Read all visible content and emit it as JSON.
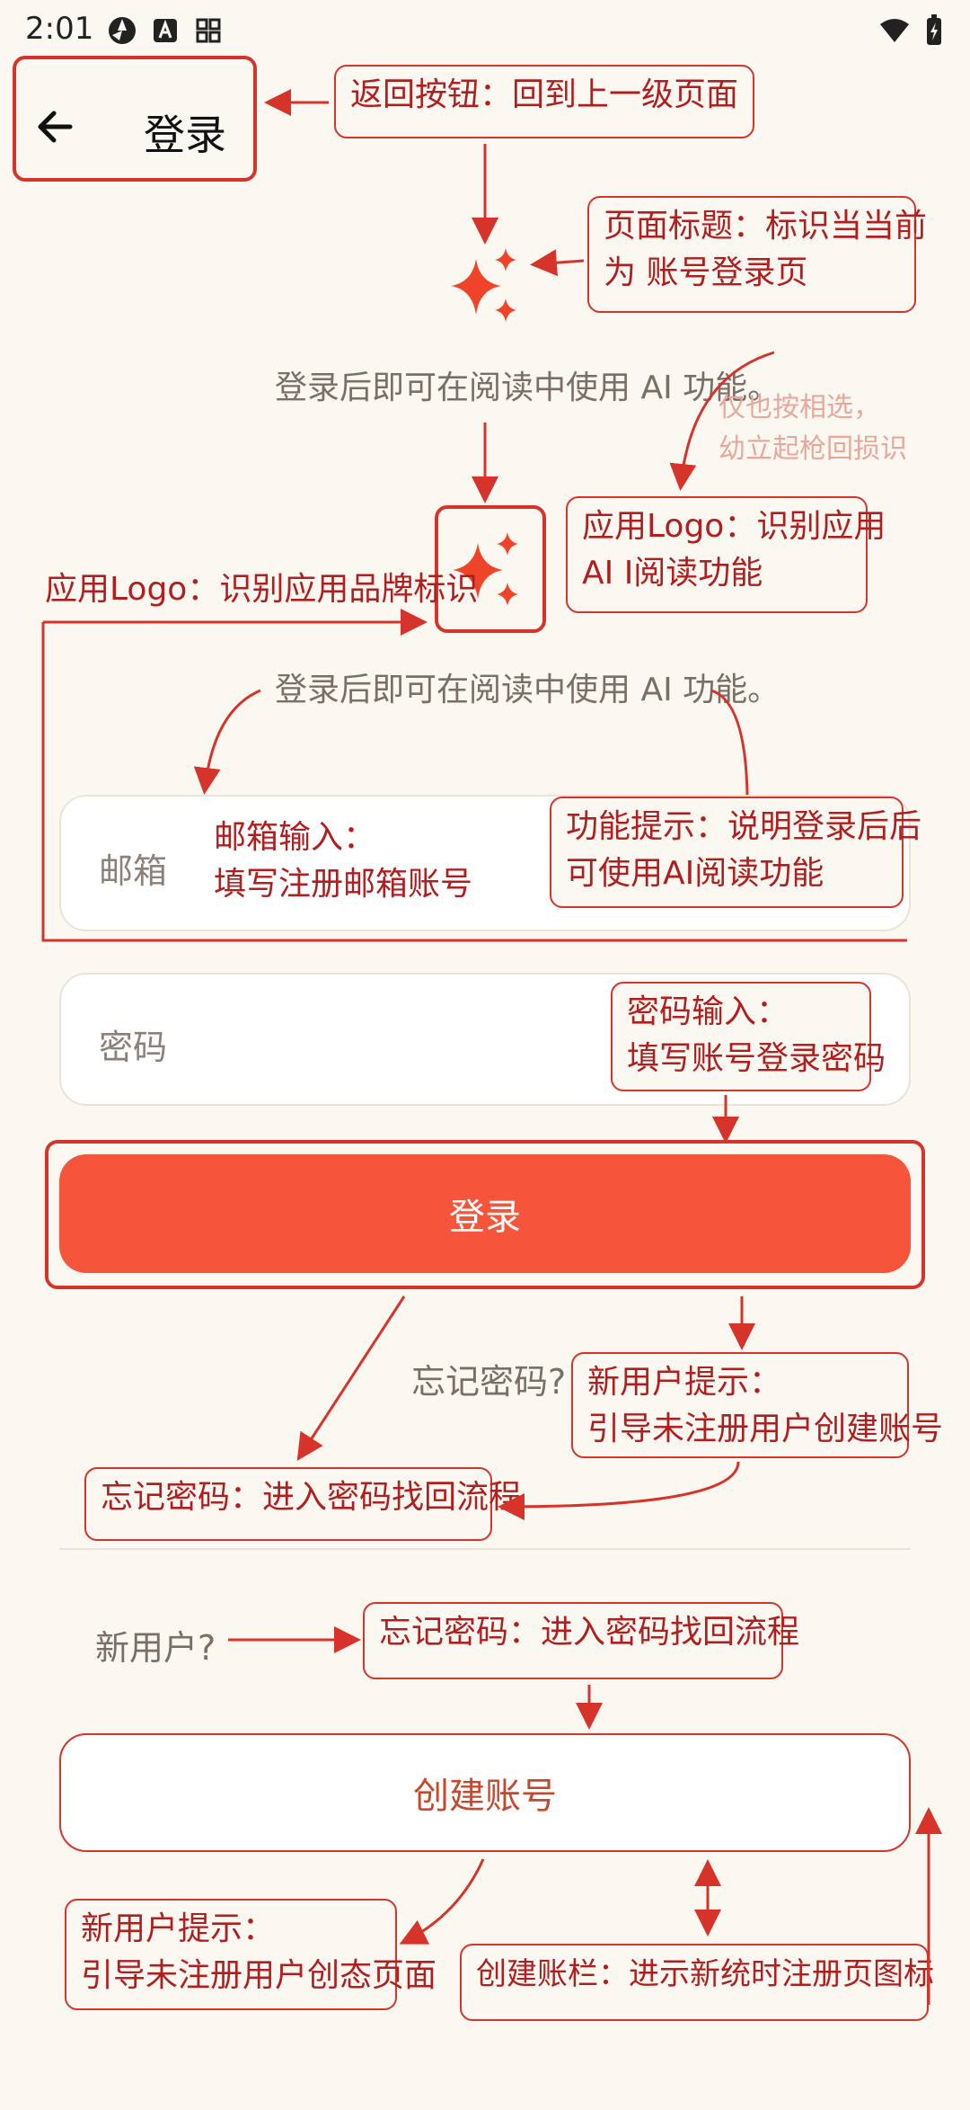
{
  "status": {
    "time": "2:01"
  },
  "header": {
    "title": "登录"
  },
  "main": {
    "subtitle": "登录后即可在阅读中使用 AI 功能。",
    "subtitle2": "登录后即可在阅读中使用 AI 功能。",
    "email_label": "邮箱",
    "password_label": "密码",
    "login_button": "登录",
    "forgot": "忘记密码?",
    "new_user": "新用户?",
    "create_button": "创建账号"
  },
  "annotations": {
    "back": "返回按钮：回到上一级页面",
    "title_l1": "页面标题：标识当当前",
    "title_l2": "为 账号登录页",
    "faded_l1": "仅也按相选，",
    "faded_l2": "幼立起枪回损识",
    "logo_right_l1": "应用Logo：识别应用",
    "logo_right_l2": "AI I阅读功能",
    "logo_left": "应用Logo：识别应用品牌标识",
    "email_l1": "邮箱输入：",
    "email_l2": "填写注册邮箱账号",
    "feature_l1": "功能提示：说明登录后后",
    "feature_l2": "可使用AI阅读功能",
    "password_l1": "密码输入：",
    "password_l2": "填写账号登录密码",
    "newuser_l1": "新用户提示：",
    "newuser_l2": "引导未注册用户创建账号",
    "forgot_box": "忘记密码：进入密码找回流程",
    "forgot_box2": "忘记密码：进入密码找回流程",
    "newuser2_l1": "新用户提示：",
    "newuser2_l2": "引导未注册用户创态页面",
    "create_bar": "创建账栏：进示新统时注册页图标"
  },
  "colors": {
    "accent": "#f5553a",
    "annotation": "#d6342a",
    "background": "#fbf8f1"
  }
}
